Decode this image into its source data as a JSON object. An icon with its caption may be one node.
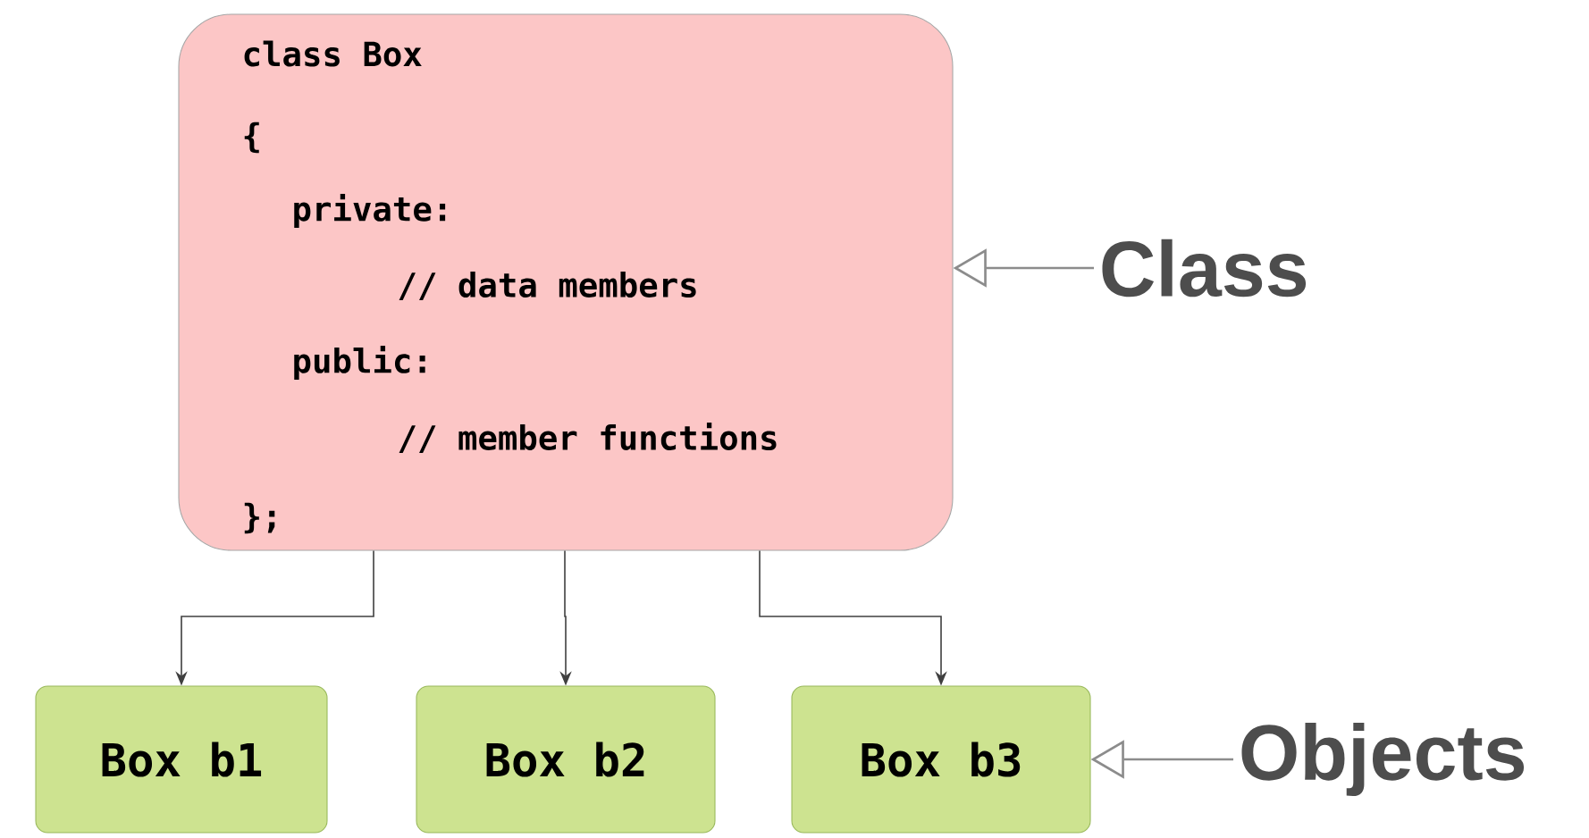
{
  "diagram": {
    "nodes": [
      {
        "text": [
          "class Box",
          "{",
          "private:",
          "// data members",
          "public:",
          "// member functions",
          "};"
        ]
      },
      {
        "text": [
          "Box b1"
        ]
      },
      {
        "text": [
          "Box b2"
        ]
      },
      {
        "text": [
          "Box b3"
        ]
      },
      {
        "text": [
          "Class"
        ]
      },
      {
        "text": [
          "Objects"
        ]
      }
    ],
    "edges": [
      {
        "from": 0,
        "to": 1,
        "arrow": "to"
      },
      {
        "from": 0,
        "to": 2,
        "arrow": "to"
      },
      {
        "from": 0,
        "to": 3,
        "arrow": "to"
      },
      {
        "from": 4,
        "to": 0,
        "arrow": "to",
        "color": "#8c8c8c"
      },
      {
        "from": 5,
        "to": 3,
        "arrow": "to",
        "color": "#8c8c8c"
      }
    ]
  }
}
